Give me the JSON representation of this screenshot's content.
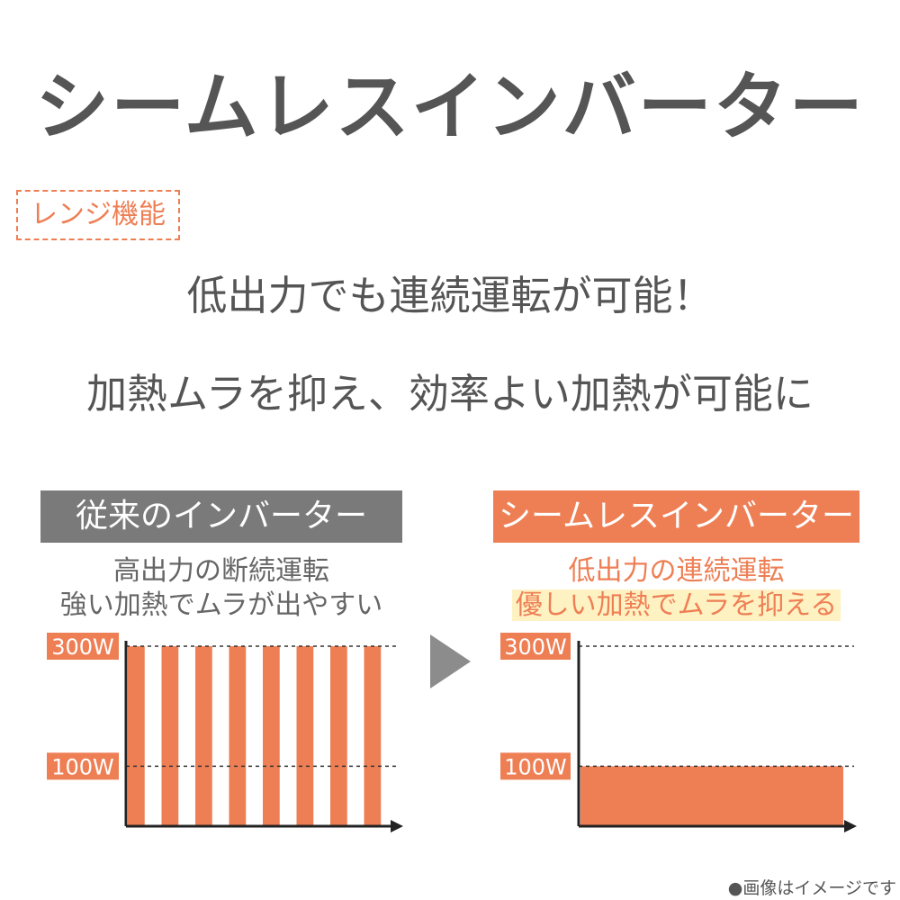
{
  "title": "シームレスインバーター",
  "tag": "レンジ機能",
  "subtitle_1": "低出力でも連続運転が可能！",
  "subtitle_2": "加熱ムラを抑え、効率よい加熱が可能に",
  "left_panel": {
    "header": "従来のインバーター",
    "desc_1": "高出力の断続運転",
    "desc_2": "強い加熱でムラが出やすい"
  },
  "right_panel": {
    "header": "シームレスインバーター",
    "desc_1": "低出力の連続運転",
    "desc_2": "優しい加熱でムラを抑える"
  },
  "note": "●画像はイメージです",
  "colors": {
    "accent": "#ee7f55",
    "gray": "#7a7a7a",
    "text": "#555555",
    "highlight": "#fff2c2"
  },
  "icons": {
    "arrow": "triangle-right-icon"
  },
  "chart_data": [
    {
      "type": "bar",
      "name": "従来のインバーター",
      "y_ticks": [
        "300W",
        "100W"
      ],
      "y_tick_values": [
        300,
        100
      ],
      "bars": 8,
      "bar_value": 300,
      "pattern": "intermittent"
    },
    {
      "type": "area",
      "name": "シームレスインバーター",
      "y_ticks": [
        "300W",
        "100W"
      ],
      "y_tick_values": [
        300,
        100
      ],
      "value": 100,
      "pattern": "continuous"
    }
  ]
}
